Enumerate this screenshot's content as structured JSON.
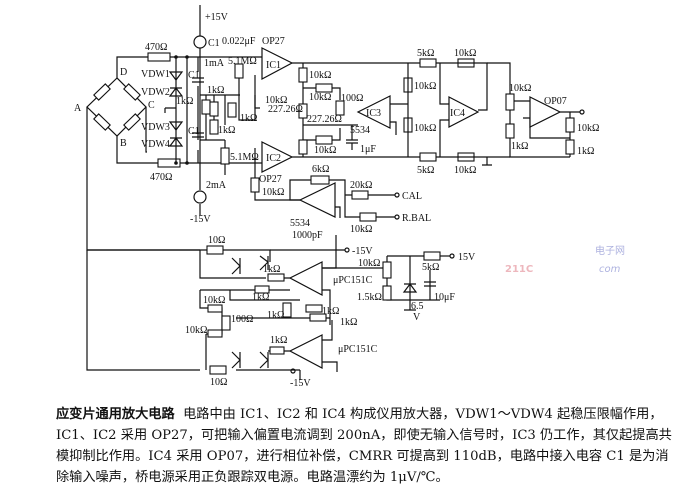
{
  "labels": {
    "vplus_top": "+15V",
    "c1_top": "C1",
    "cap_0022": "0.022μF",
    "op27_1": "OP27",
    "r470_top": "470Ω",
    "r470_bot": "470Ω",
    "D": "D",
    "A": "A",
    "B": "B",
    "C": "C",
    "vdw1": "VDW1",
    "vdw2": "VDW2",
    "vdw3": "VDW3",
    "vdw4": "VDW4",
    "c1a": "C1",
    "c1b": "C1",
    "ma1": "1mA",
    "r51m_top": "5.1MΩ",
    "r51m_bot": "5.1MΩ",
    "k1a": "1kΩ",
    "k1b": "1kΩ",
    "k1c": "1kΩ",
    "k1d": "1kΩ",
    "ic1": "IC1",
    "ic2": "IC2",
    "ic3": "IC3",
    "ic4": "IC4",
    "r10k_a": "10kΩ",
    "r10k_b": "10kΩ",
    "r10k_c": "10kΩ",
    "r10k_d": "10kΩ",
    "r10k_e": "10kΩ",
    "r22726a": "227.26Ω",
    "r22726b": "227.26Ω",
    "r100": "100Ω",
    "ic3_type": "5534",
    "cap_1u": "1μF",
    "op27_2": "OP27",
    "ma2": "2mA",
    "vminus": "-15V",
    "r6k": "6kΩ",
    "r20k": "20kΩ",
    "r10k_rbal": "10kΩ",
    "cal": "CAL",
    "rbal": "R.BAL",
    "amp5534": "5534",
    "cap_1000p": "1000pF",
    "r5k_top": "5kΩ",
    "r10k_top": "10kΩ",
    "r10k_ic4a": "10kΩ",
    "r10k_ic4b": "10kΩ",
    "r5k_bot": "5kΩ",
    "r10k_bot": "10kΩ",
    "pot10k": "10kΩ",
    "r1k_op": "1kΩ",
    "op07": "OP07",
    "r10k_fb": "10kΩ",
    "r1k_fb": "1kΩ",
    "r10_top": "10Ω",
    "r10_bot": "10Ω",
    "neg15_a": "-15V",
    "pos15_b": "-15V",
    "upc_a": "μPC151C",
    "upc_b": "μPC151C",
    "k1_q1": "1kΩ",
    "k1_q2": "1kΩ",
    "k1_m1": "1kΩ",
    "k1_m2": "1kΩ",
    "k1_m3": "1kΩ",
    "k1_m4": "1kΩ",
    "r10k_l1": "10kΩ",
    "r10k_l2": "10kΩ",
    "r100_l": "100Ω",
    "pot10k_b": "10kΩ",
    "r15k": "1.5kΩ",
    "r5k_ref": "5kΩ",
    "cap_10u": "10μF",
    "zener_v": "6.5",
    "zener_unit": "V",
    "v15_bot": "15V"
  },
  "watermark": {
    "logo": "211C",
    "cn": "电子网",
    "com": "com"
  },
  "caption": {
    "title": "应变片通用放大电路",
    "body": "电路中由 IC1、IC2 和 IC4 构成仪用放大器，VDW1～VDW4 起稳压限幅作用，IC1、IC2 采用 OP27，可把输入偏置电流调到 200nA，即使无输入信号时，IC3 仍工作，其仅起提高共模抑制比作用。IC4 采用 OP07，进行相位补偿，CMRR 可提高到 110dB，电路中接入电容 C1 是为消除输入噪声，桥电源采用正负跟踪双电源。电路温漂约为 1μV/℃。"
  }
}
